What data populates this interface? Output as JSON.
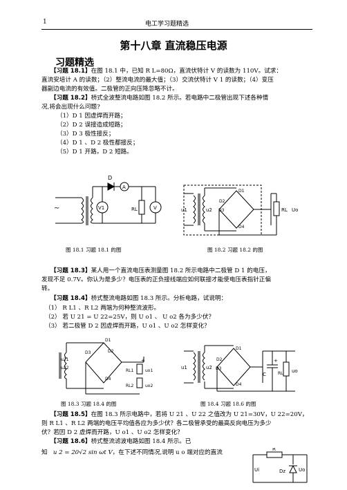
{
  "header": {
    "page_number": "1",
    "title": "电工学习题精选"
  },
  "chapter_title": "第十八章  直流稳压电源",
  "section_title": "习题精选",
  "problems": {
    "p1": {
      "label": "【习题 18.1】",
      "line1": "在图 18.1 中，已知 R L=80Ω，直流伏特计 V 的读数为 110V。试求：",
      "line2": "直流安培计 A 的读数；（2）整流电流的最大值；（3）交流伏特计 V 1 的读数；（4）变压",
      "line3": "器副边电流的有效值。二极管的正向压降忽略不计。"
    },
    "p2": {
      "label": "【习题 18.2】",
      "line1": "桥式全波整流电路如图 18.2 所示。若电路中二极管出现下述各种情",
      "line2": "况,将会出现什么问题?",
      "items": [
        "（1）D 1 因虚焊而开路；",
        "（2）D 2 误接造成短路；",
        "（3）D 3 极性接反；",
        "（4）D 1 、D 2 极性都接反；",
        "（5）D 1 开路，D 2 短路。"
      ]
    },
    "p3": {
      "label": "【习题 18.3】",
      "line1": "某人用一个直流电压表测量图 18.2 所示电路中二极管 D 1 的电压，",
      "line2": "发现不足 0.7V。你认为是多少？电压表的正负接线端应如何联接才能使电压表指针正偏",
      "line3": "转。"
    },
    "p4": {
      "label": "【习题 18.4】",
      "line1": "桥式整流电路如图 18.3 所示。分析电路，试说明：",
      "items": [
        "（1）  R L1 、R L2 两端为何种整流波形。",
        "（2）  若 U 21 = U 22=25V，则 U o1 、  U o2 各为多少伏？",
        "（3）  若二极管 D 2 因虚焊而开路，U o1 、U o2 怎样变化？"
      ]
    },
    "p5": {
      "label": "【习题 18.5】",
      "line1": "在图 18.3  所示电路中，若将 U 21 、U 22 之值改为 U 21=30V，U 22=20V，",
      "line2": "则  R L1 、R L2 两端的电压平均值各应为多少伏？各二极管承受的最高反向电压为多少",
      "line3": "伏？若因 D 2 虚焊而开路，U o1 、U o2 怎样变化？"
    },
    "p6": {
      "label": "【习题  18.6】",
      "line1": "桥式整流滤波电路如图  18.4  所示。已",
      "line2_pre": "知",
      "formula": "u 2 = 20√2 sin ωt V",
      "line2_post": "，在下述不同情况,说明 u o 端对应的直流"
    }
  },
  "figures": {
    "f1": {
      "caption": "图 18.1    习题 18.1 的图",
      "labels": {
        "tilde": "~",
        "d": "D",
        "a": "A",
        "v1": "V1",
        "rl": "RL",
        "v": "V"
      }
    },
    "f2": {
      "caption": "图 18.2    习题 18.2 的图",
      "labels": {
        "u1": "u1",
        "u2": "u2",
        "d1": "D1",
        "d2": "D2",
        "d3": "D3",
        "d4": "D4",
        "rl": "RL",
        "uo": "Uo"
      }
    },
    "f3": {
      "caption": "图 18.3    习题 18.4 的图",
      "labels": {
        "u21": "u21",
        "u22": "u22",
        "d1": "D1",
        "d2": "D2",
        "d3": "D3",
        "d4": "D4",
        "rl1": "RL1",
        "rl2": "RL2",
        "uo1": "uo1",
        "uo2": "uo2",
        "plus": "+"
      }
    },
    "f4": {
      "caption": "图 18.4    习题 18.6 的图",
      "labels": {
        "u1": "u1",
        "u2": "u2",
        "d1": "D1",
        "d2": "D2",
        "d3": "D3",
        "d4": "D4",
        "c": "C",
        "rl": "RL",
        "uo": "uo",
        "plus": "+"
      }
    },
    "f5": {
      "labels": {
        "r": "R",
        "ui": "Ui",
        "dz": "Dz",
        "uo": "Uo"
      }
    }
  }
}
